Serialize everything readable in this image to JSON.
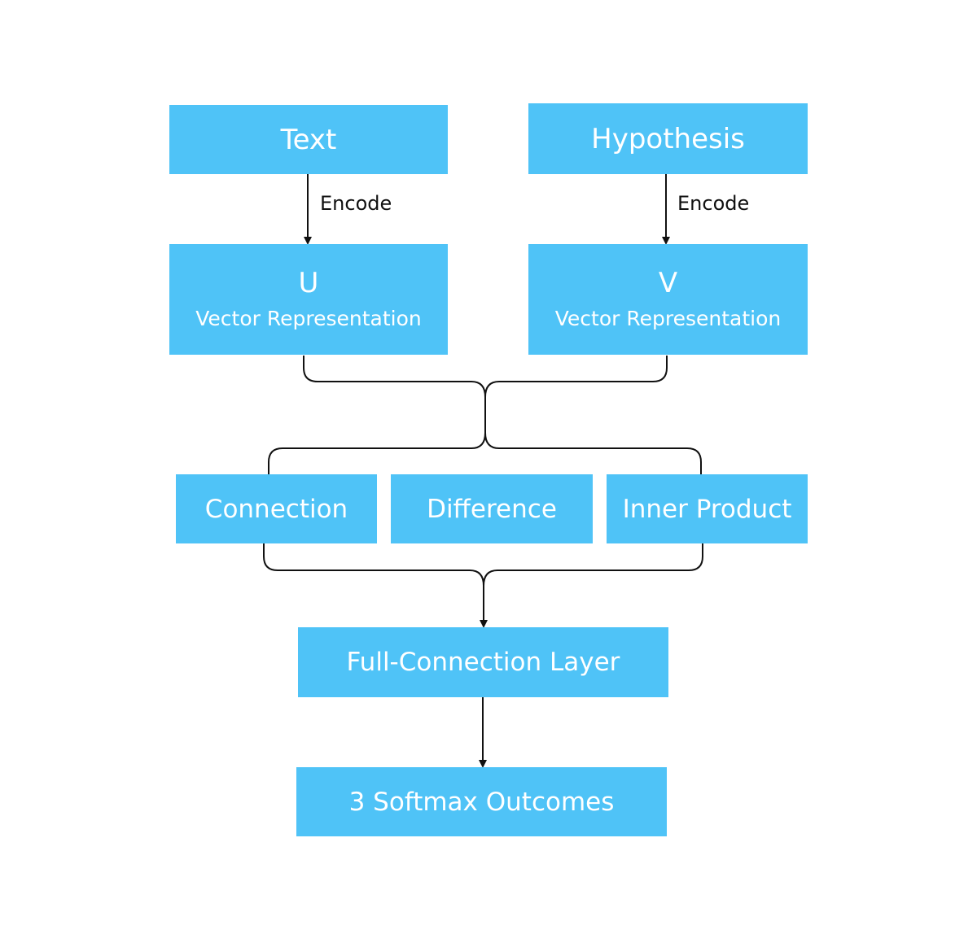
{
  "colors": {
    "box_fill": "#4fc3f7",
    "box_text": "#ffffff",
    "line": "#111111",
    "background": "#ffffff"
  },
  "nodes": {
    "text": {
      "label": "Text"
    },
    "hypothesis": {
      "label": "Hypothesis"
    },
    "u": {
      "label": "U",
      "sublabel": "Vector Representation"
    },
    "v": {
      "label": "V",
      "sublabel": "Vector Representation"
    },
    "connection": {
      "label": "Connection"
    },
    "difference": {
      "label": "Difference"
    },
    "inner_product": {
      "label": "Inner Product"
    },
    "full_connection": {
      "label": "Full-Connection Layer"
    },
    "softmax": {
      "label": "3 Softmax Outcomes"
    }
  },
  "edges": {
    "text_to_u": {
      "label": "Encode"
    },
    "hypothesis_to_v": {
      "label": "Encode"
    }
  }
}
